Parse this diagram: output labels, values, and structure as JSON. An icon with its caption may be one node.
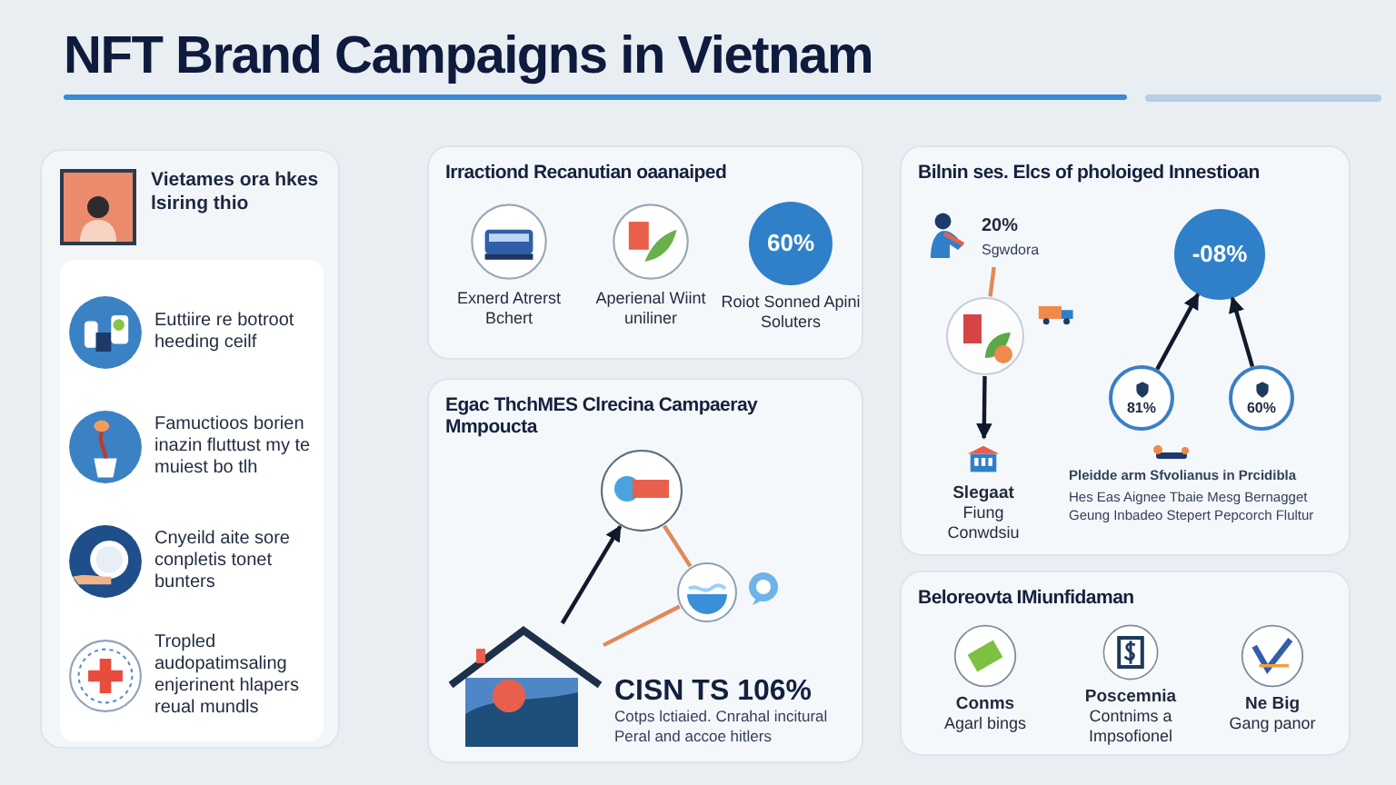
{
  "diagram": {
    "title": "NFT Brand Campaigns in Vietnam",
    "nodes": [
      {
        "text": [
          "Vietames ora hkes lsiring thio"
        ]
      },
      {
        "text": [
          "Euttiire re botroot heeding ceilf"
        ],
        "in": 0
      },
      {
        "text": [
          "Famuctioos borien inazin fluttust my te muiest bo tlh"
        ],
        "in": 0
      },
      {
        "text": [
          "Cnyeild aite sore conpletis tonet bunters"
        ],
        "in": 0
      },
      {
        "text": [
          "Tropled audopatimsaling enjerinent hlapers reual mundls"
        ],
        "in": 0
      },
      {
        "text": [
          "Irractiond Recanutian oaanaiped"
        ]
      },
      {
        "text": [
          "Exnerd Atrerst Bchert"
        ],
        "in": 5
      },
      {
        "text": [
          "Aperienal Wiint uniliner"
        ],
        "in": 5
      },
      {
        "text": [
          "60%",
          "Roiot Sonned Apini Soluters"
        ],
        "in": 5
      },
      {
        "text": [
          "Egac ThchMES Clrecina Campaeray Mmpoucta"
        ]
      },
      {
        "text": [],
        "shape": "picture",
        "in": 9
      },
      {
        "text": [],
        "shape": "picture",
        "in": 9
      },
      {
        "text": [],
        "shape": "picture",
        "in": 9
      },
      {
        "text": [
          "Bilnin ses. Elcs of pholoiged Innestioan"
        ]
      },
      {
        "text": [
          "20%",
          "Sgwdora"
        ],
        "in": 13
      },
      {
        "text": [],
        "shape": "picture",
        "in": 13
      },
      {
        "text": [
          "Slegaat",
          "Fiung Conwdsiu"
        ],
        "in": 13
      },
      {
        "text": [
          "-08%"
        ],
        "in": 13
      },
      {
        "text": [
          "81%"
        ],
        "in": 13
      },
      {
        "text": [
          "60%"
        ],
        "in": 13
      },
      {
        "text": [
          "Beloreovta IMiunfidaman"
        ]
      },
      {
        "text": [
          "Conms",
          "Agarl bings"
        ],
        "in": 20
      },
      {
        "text": [
          "Poscemnia",
          "Contnims a Impsofionel"
        ],
        "in": 20
      },
      {
        "text": [
          "Ne Big",
          "Gang panor"
        ],
        "in": 20
      }
    ],
    "edges": [
      {
        "from": 12,
        "to": 10,
        "arrow": "to"
      },
      {
        "from": 12,
        "to": 11,
        "arrow": "none",
        "color": "#e0895a"
      },
      {
        "from": 11,
        "to": 10,
        "arrow": "none",
        "color": "#e0895a"
      },
      {
        "from": 14,
        "to": 15,
        "arrow": "none",
        "color": "#e0895a"
      },
      {
        "from": 15,
        "to": 16,
        "arrow": "to"
      },
      {
        "from": 18,
        "to": 17,
        "arrow": "to"
      },
      {
        "from": 19,
        "to": 17,
        "arrow": "to"
      }
    ],
    "labels": [
      "CISN TS 106%",
      "Cotps lctiaied. Cnrahal incitural Peral and accoe hitlers",
      "Pleidde arm Sfvolianus in Prcidibla",
      "Hes Eas Aignee Tbaie Mesg Bernagget Geung Inbadeo Stepert Pepcorch Flultur"
    ]
  }
}
